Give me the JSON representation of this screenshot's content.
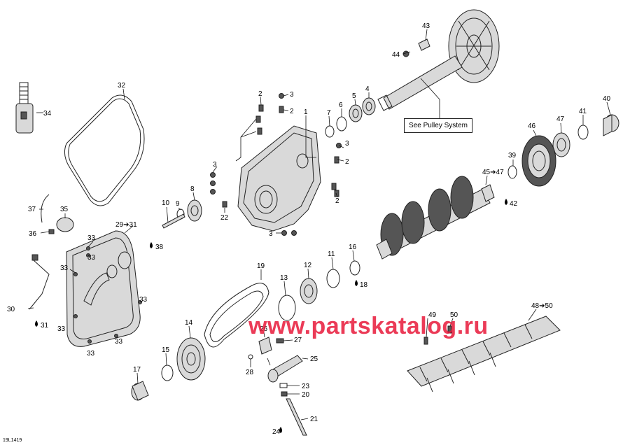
{
  "diagram": {
    "reference_label": "See Pulley System",
    "watermark": "www.partskatalog.ru",
    "figure_code": "19L1419",
    "callouts": [
      {
        "id": "c43",
        "text": "43"
      },
      {
        "id": "c44",
        "text": "44"
      },
      {
        "id": "c32",
        "text": "32"
      },
      {
        "id": "c34",
        "text": "34"
      },
      {
        "id": "c2a",
        "text": "2"
      },
      {
        "id": "c3a",
        "text": "3"
      },
      {
        "id": "c2b",
        "text": "2"
      },
      {
        "id": "c1",
        "text": "1"
      },
      {
        "id": "c7",
        "text": "7"
      },
      {
        "id": "c6",
        "text": "6"
      },
      {
        "id": "c5",
        "text": "5"
      },
      {
        "id": "c4",
        "text": "4"
      },
      {
        "id": "c40",
        "text": "40"
      },
      {
        "id": "c41",
        "text": "41"
      },
      {
        "id": "c47",
        "text": "47"
      },
      {
        "id": "c46",
        "text": "46"
      },
      {
        "id": "c39",
        "text": "39"
      },
      {
        "id": "c45",
        "text": "45➔47"
      },
      {
        "id": "c42",
        "text": "42"
      },
      {
        "id": "c3b",
        "text": "3"
      },
      {
        "id": "c2c",
        "text": "2"
      },
      {
        "id": "c3c",
        "text": "3"
      },
      {
        "id": "c8",
        "text": "8"
      },
      {
        "id": "c10",
        "text": "10"
      },
      {
        "id": "c9",
        "text": "9"
      },
      {
        "id": "c22",
        "text": "22"
      },
      {
        "id": "c2d",
        "text": "2"
      },
      {
        "id": "c3d",
        "text": "3"
      },
      {
        "id": "c37",
        "text": "37"
      },
      {
        "id": "c35",
        "text": "35"
      },
      {
        "id": "c36",
        "text": "36"
      },
      {
        "id": "c29",
        "text": "29➔31"
      },
      {
        "id": "c38",
        "text": "38"
      },
      {
        "id": "c33a",
        "text": "33"
      },
      {
        "id": "c33b",
        "text": "33"
      },
      {
        "id": "c33c",
        "text": "33"
      },
      {
        "id": "c33d",
        "text": "33"
      },
      {
        "id": "c33e",
        "text": "33"
      },
      {
        "id": "c33f",
        "text": "33"
      },
      {
        "id": "c33g",
        "text": "33"
      },
      {
        "id": "c30",
        "text": "30"
      },
      {
        "id": "c31",
        "text": "31"
      },
      {
        "id": "c19",
        "text": "19"
      },
      {
        "id": "c13",
        "text": "13"
      },
      {
        "id": "c12",
        "text": "12"
      },
      {
        "id": "c11",
        "text": "11"
      },
      {
        "id": "c16",
        "text": "16"
      },
      {
        "id": "c18",
        "text": "18"
      },
      {
        "id": "c14",
        "text": "14"
      },
      {
        "id": "c15",
        "text": "15"
      },
      {
        "id": "c17",
        "text": "17"
      },
      {
        "id": "c26",
        "text": "26"
      },
      {
        "id": "c27",
        "text": "27"
      },
      {
        "id": "c28",
        "text": "28"
      },
      {
        "id": "c25",
        "text": "25"
      },
      {
        "id": "c23",
        "text": "23"
      },
      {
        "id": "c20",
        "text": "20"
      },
      {
        "id": "c21",
        "text": "21"
      },
      {
        "id": "c24",
        "text": "24"
      },
      {
        "id": "c49",
        "text": "49"
      },
      {
        "id": "c50",
        "text": "50"
      },
      {
        "id": "c48",
        "text": "48➔50"
      }
    ]
  }
}
